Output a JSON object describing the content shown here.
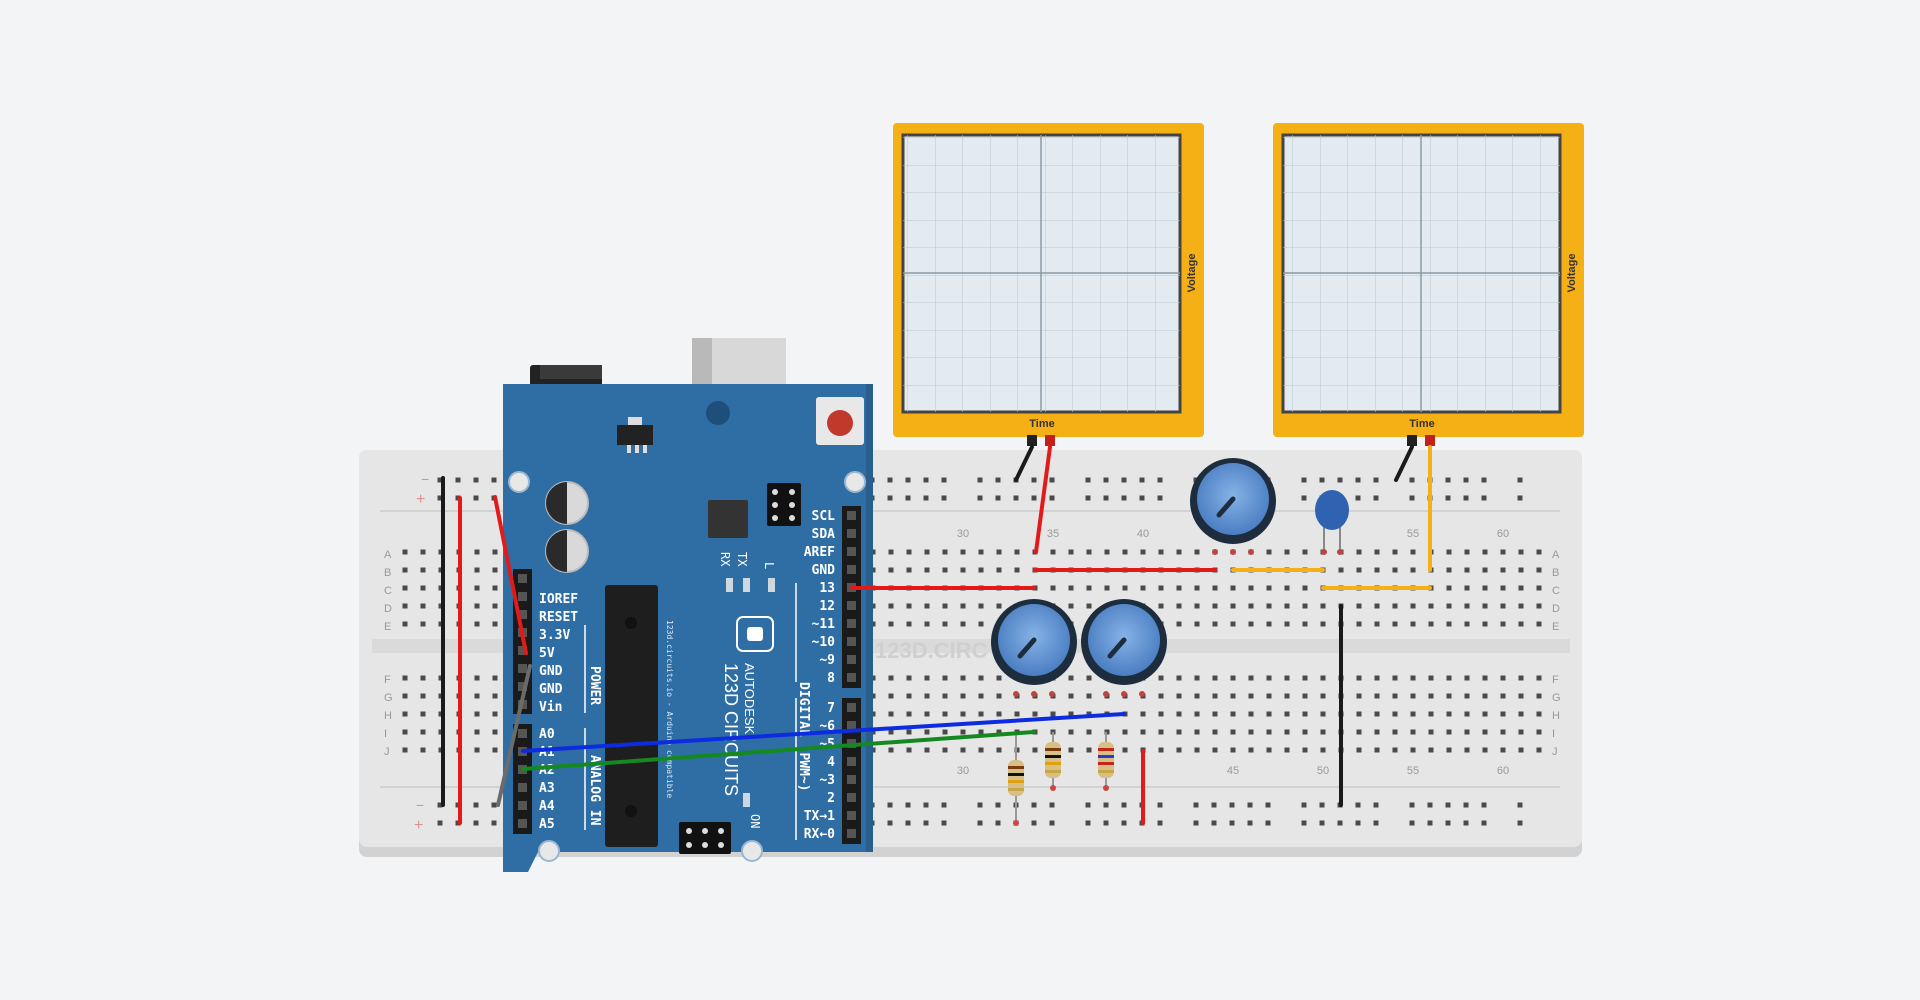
{
  "app": {
    "watermark": "123D.CIRC"
  },
  "colors": {
    "background": "#f3f4f6",
    "breadboard": "#e4e4e4",
    "arduino": "#2f6ea4",
    "scope_frame": "#f5b015",
    "scope_screen": "#e3ebf0",
    "wire_red": "#e21a1a",
    "wire_black": "#1a1a1a",
    "wire_yellow": "#f5b015",
    "wire_blue": "#0d2be0",
    "wire_green": "#13891f",
    "wire_gray": "#6b6b6b",
    "pot_knob": "#5b8fd1",
    "capacitor": "#2f62b0"
  },
  "breadboard": {
    "top_column_numbers": [
      "30",
      "35",
      "40",
      "55",
      "60"
    ],
    "bottom_column_numbers": [
      "30",
      "45",
      "50",
      "55",
      "60"
    ],
    "row_labels_top": [
      "A",
      "B",
      "C",
      "D",
      "E"
    ],
    "row_labels_bottom": [
      "F",
      "G",
      "H",
      "I",
      "J"
    ],
    "rail_minus": "−",
    "rail_plus": "+"
  },
  "oscilloscopes": [
    {
      "x_label": "Time",
      "y_label": "Voltage"
    },
    {
      "x_label": "Time",
      "y_label": "Voltage"
    }
  ],
  "arduino": {
    "brand": "AUTODESK",
    "product": "123D CIRCUITS",
    "small_print": "123d.circuits.io - Arduino compatible",
    "power_pins": [
      "IOREF",
      "RESET",
      "3.3V",
      "5V",
      "GND",
      "GND",
      "Vin"
    ],
    "power_label": "POWER",
    "analog_pins": [
      "A0",
      "A1",
      "A2",
      "A3",
      "A4",
      "A5"
    ],
    "analog_label": "ANALOG IN",
    "digital_top_pins": [
      "SCL",
      "SDA",
      "AREF",
      "GND",
      "13",
      "12",
      "~11",
      "~10",
      "~9",
      "8"
    ],
    "digital_bottom_pins": [
      "7",
      "~6",
      "~5",
      "4",
      "~3",
      "2",
      "TX→1",
      "RX←0"
    ],
    "digital_label": "DIGITAL (PWM~)",
    "tx_label": "TX",
    "rx_label": "RX",
    "l_label": "L",
    "on_label": "ON"
  }
}
